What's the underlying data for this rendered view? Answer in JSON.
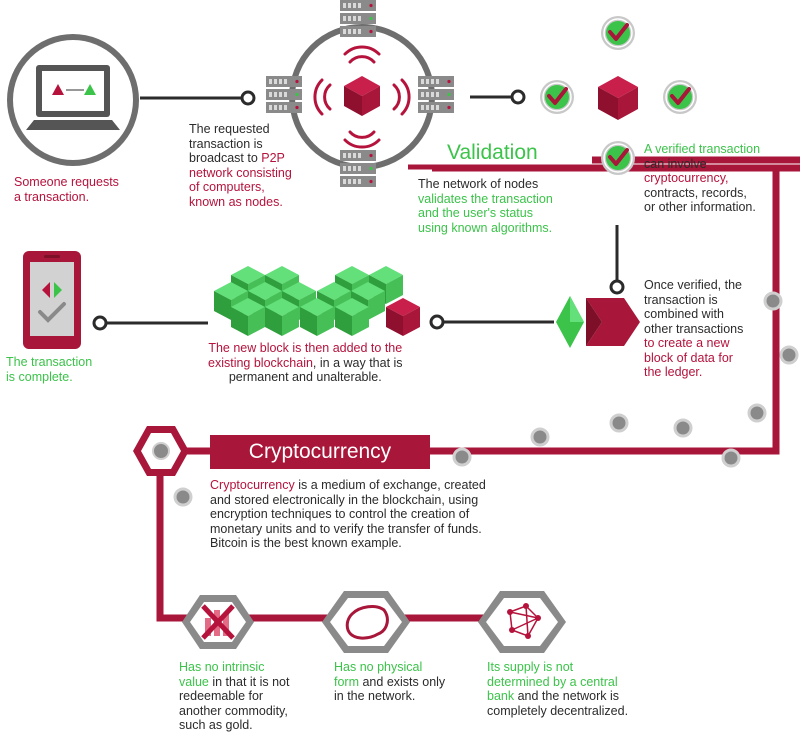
{
  "colors": {
    "crimson": "#a81639",
    "green": "#3cc34a",
    "dark_green": "#2f9e3c",
    "gray": "#6e6e6e",
    "light_gray": "#c9c9c9"
  },
  "step1": {
    "part1": "Someone requests\na transaction."
  },
  "step2": {
    "part1": "The requested\ntransaction is\nbroadcast to ",
    "part2": "P2P\nnetwork consisting\nof computers,\nknown as nodes."
  },
  "validation": {
    "title": "Validation",
    "part1": "The network of nodes\n",
    "part2": "validates the transaction\nand the user's status\nusing known algorithms."
  },
  "verified": {
    "part1": "A verified transaction\n",
    "part2": "can involve\n",
    "part3": "cryptocurrency,\n",
    "part4": "contracts, records,\nor other information."
  },
  "combined": {
    "part1": "Once verified, the\ntransaction is\ncombined with\nother transactions\n",
    "part2": "to create a new\nblock of data for\nthe ledger."
  },
  "block_added": {
    "part1": "The new block is then added to the\nexisting blockchain",
    "part2": ", in a way that is\npermanent and unalterable."
  },
  "complete": {
    "part1": "The transaction\nis complete."
  },
  "cryptocurrency": {
    "title": "Cryptocurrency",
    "part1": "Cryptocurrency",
    "part2": " is a medium of exchange, created\nand stored electronically in the blockchain, using\nencryption techniques to control the creation of\nmonetary units and to verify the transfer of funds.\nBitcoin is the best known example."
  },
  "properties": [
    {
      "part1": "Has no intrinsic\nvalue ",
      "part2": "in that it is not\nredeemable for\nanother commodity,\nsuch as gold."
    },
    {
      "part1": "Has no physical\nform ",
      "part2": "and exists only\nin the network."
    },
    {
      "part1": "Its supply is not\ndetermined by a central\nbank ",
      "part2": "and the network is\ncompletely decentralized."
    }
  ],
  "icons": [
    "laptop-icon",
    "server-icon",
    "block-cube-icon",
    "signal-waves-icon",
    "checkmark-icon",
    "chevron-arrow-icon",
    "phone-icon",
    "blockchain-cubes-icon",
    "no-value-icon",
    "map-shape-icon",
    "network-icon"
  ]
}
